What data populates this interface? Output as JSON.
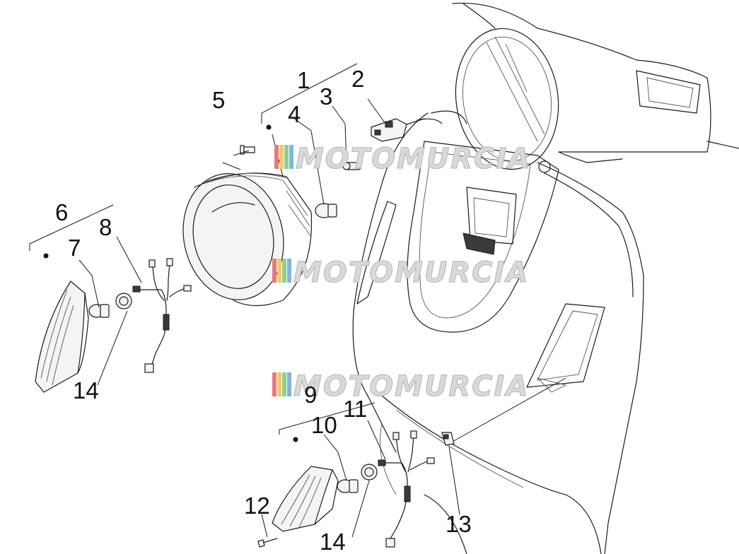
{
  "watermark": {
    "text": "MOTOMURCIA",
    "stripe_colors": [
      "#e87a7a",
      "#f1c96a",
      "#8fcf8f",
      "#7fb6e0"
    ]
  },
  "callouts": {
    "c1": "1",
    "c2": "2",
    "c3": "3",
    "c4": "4",
    "c5": "5",
    "c6": "6",
    "c7": "7",
    "c8": "8",
    "c9": "9",
    "c10": "10",
    "c11": "11",
    "c12": "12",
    "c13": "13",
    "c14a": "14",
    "c14b": "14"
  }
}
